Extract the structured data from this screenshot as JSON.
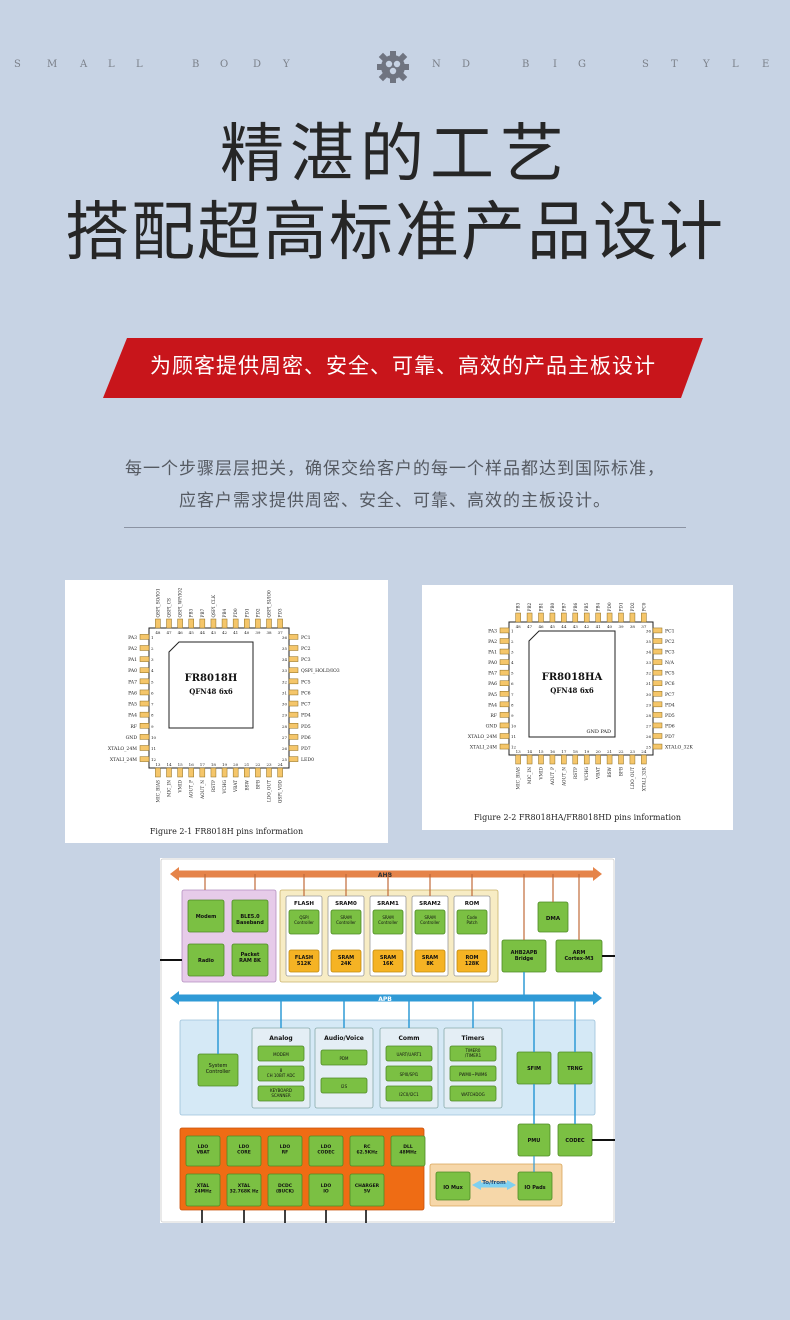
{
  "header": {
    "left_text": [
      "S",
      "M",
      "A",
      "L",
      "L",
      "B",
      "O",
      "D",
      "Y"
    ],
    "right_text": [
      "N",
      "D",
      "B",
      "I",
      "G",
      "S",
      "T",
      "Y",
      "L",
      "E"
    ],
    "icon": "gear-icon"
  },
  "title": {
    "line1": "精湛的工艺",
    "line2": "搭配超高标准产品设计"
  },
  "banner": {
    "text": "为顾客提供周密、安全、可靠、高效的产品主板设计",
    "color": "#c8151b"
  },
  "description": {
    "line1": "每一个步骤层层把关，确保交给客户的每一个样品都达到国际标准，",
    "line2": "应客户需求提供周密、安全、可靠、高效的主板设计。"
  },
  "figure1": {
    "chip_name": "FR8018H",
    "package": "QFN48 6x6",
    "caption": "Figure 2-1 FR8018H pins information",
    "left_pins": [
      "PA3",
      "PA2",
      "PA1",
      "PA0",
      "PA7",
      "PA6",
      "PA5",
      "PA4",
      "RF",
      "GND",
      "XTALO_24M",
      "XTALI_24M"
    ],
    "right_pins": [
      "PC1",
      "PC2",
      "PC3",
      "QSPI_HOLD/IO3",
      "PC5",
      "PC6",
      "PC7",
      "PD4",
      "PD5",
      "PD6",
      "PD7",
      "LED0"
    ],
    "top_pins": [
      "QSPI_SO/IO1",
      "QSPI_CS",
      "QSPI_WP/IO2",
      "PB3",
      "PB7",
      "QSPI_CLK",
      "PB4",
      "PD0",
      "PD1",
      "PD2",
      "QSPI_SI/IO0",
      "PD3"
    ],
    "bottom_pins": [
      "MIC_BIAS",
      "MIC_IN",
      "VMID",
      "AOUT_P",
      "AOUT_N",
      "RSTP",
      "VCHG",
      "VBAT",
      "BSW",
      "BFB",
      "LDO_OUT",
      "QSPI_VDD"
    ]
  },
  "figure2": {
    "chip_name": "FR8018HA",
    "package": "QFN48 6x6",
    "pad_label": "GND PAD",
    "caption": "Figure 2-2 FR8018HA/FR8018HD pins information",
    "left_pins": [
      "PA3",
      "PA2",
      "PA1",
      "PA0",
      "PA7",
      "PA6",
      "PA5",
      "PA4",
      "RF",
      "GND",
      "XTALO_24M",
      "XTALI_24M"
    ],
    "right_pins": [
      "PC1",
      "PC2",
      "PC3",
      "N/A",
      "PC5",
      "PC6",
      "PC7",
      "PD4",
      "PD5",
      "PD6",
      "PD7",
      "XTALO_32K"
    ],
    "top_pins": [
      "PB3",
      "PB2",
      "PB1",
      "PB0",
      "PB7",
      "PB6",
      "PB5",
      "PB4",
      "PD0",
      "PD1",
      "PD2",
      "PC0"
    ],
    "bottom_pins": [
      "MIC_BIAS",
      "MIC_IN",
      "VMID",
      "AOUT_P",
      "AOUT_N",
      "RSTP",
      "VCHG",
      "VBAT",
      "BSW",
      "BFB",
      "LDO_OUT",
      "XTALI_32K"
    ]
  },
  "block_diagram": {
    "ahb": "AHB",
    "apb": "APB",
    "radio": [
      "Modem",
      "BLE5.0 Baseband",
      "Radio",
      "Packet RAM 8K"
    ],
    "memories": [
      {
        "name": "FLASH",
        "ctrl": "QSPI Controller",
        "size": "FLASH 512K"
      },
      {
        "name": "SRAM0",
        "ctrl": "SRAM Controller",
        "size": "SRAM 24K"
      },
      {
        "name": "SRAM1",
        "ctrl": "SRAM Controller",
        "size": "SRAM 16K"
      },
      {
        "name": "SRAM2",
        "ctrl": "SRAM Controller",
        "size": "SRAM 8K"
      },
      {
        "name": "ROM",
        "ctrl": "Code Patch",
        "size": "ROM 128K"
      }
    ],
    "dma": "DMA",
    "bridge": "AHB2APB Bridge",
    "cpu": "ARM Cortex-M3",
    "system": "System Controller",
    "analog": {
      "title": "Analog",
      "items": [
        "MODEM",
        "8 CH 10BIT ADC",
        "KEYBOARD SCANNER"
      ]
    },
    "audio": {
      "title": "Audio/Voice",
      "items": [
        "PDM",
        "I2S"
      ]
    },
    "comm": {
      "title": "Comm",
      "items": [
        "UART/UART1",
        "SPI0/SPI1",
        "I2C0/I2C1"
      ]
    },
    "timers": {
      "title": "Timers",
      "items": [
        "TIMER0 /TIMER1",
        "PWM0~PWM6",
        "WATCHDOG"
      ]
    },
    "sfim": "SFIM",
    "trng": "TRNG",
    "pmu": "PMU",
    "codec": "CODEC",
    "power_row1": [
      "LDO VBAT",
      "LDO CORE",
      "LDO RF",
      "LDO CODEC",
      "RC 62.5KHz",
      "DLL 48MHz"
    ],
    "power_row2": [
      "XTAL 24MHz",
      "XTAL 32.768K Hz",
      "DCDC (BUCK)",
      "LDO IO",
      "CHARGER 5V"
    ],
    "io_mux": "IO Mux",
    "to_from": "To/from",
    "io_pads": "IO Pads"
  },
  "colors": {
    "background": "#c7d3e4",
    "ahb_bus": "#e5844a",
    "apb_bus": "#2f9ad6",
    "green": "#7bc043",
    "orange": "#ef6c14"
  }
}
